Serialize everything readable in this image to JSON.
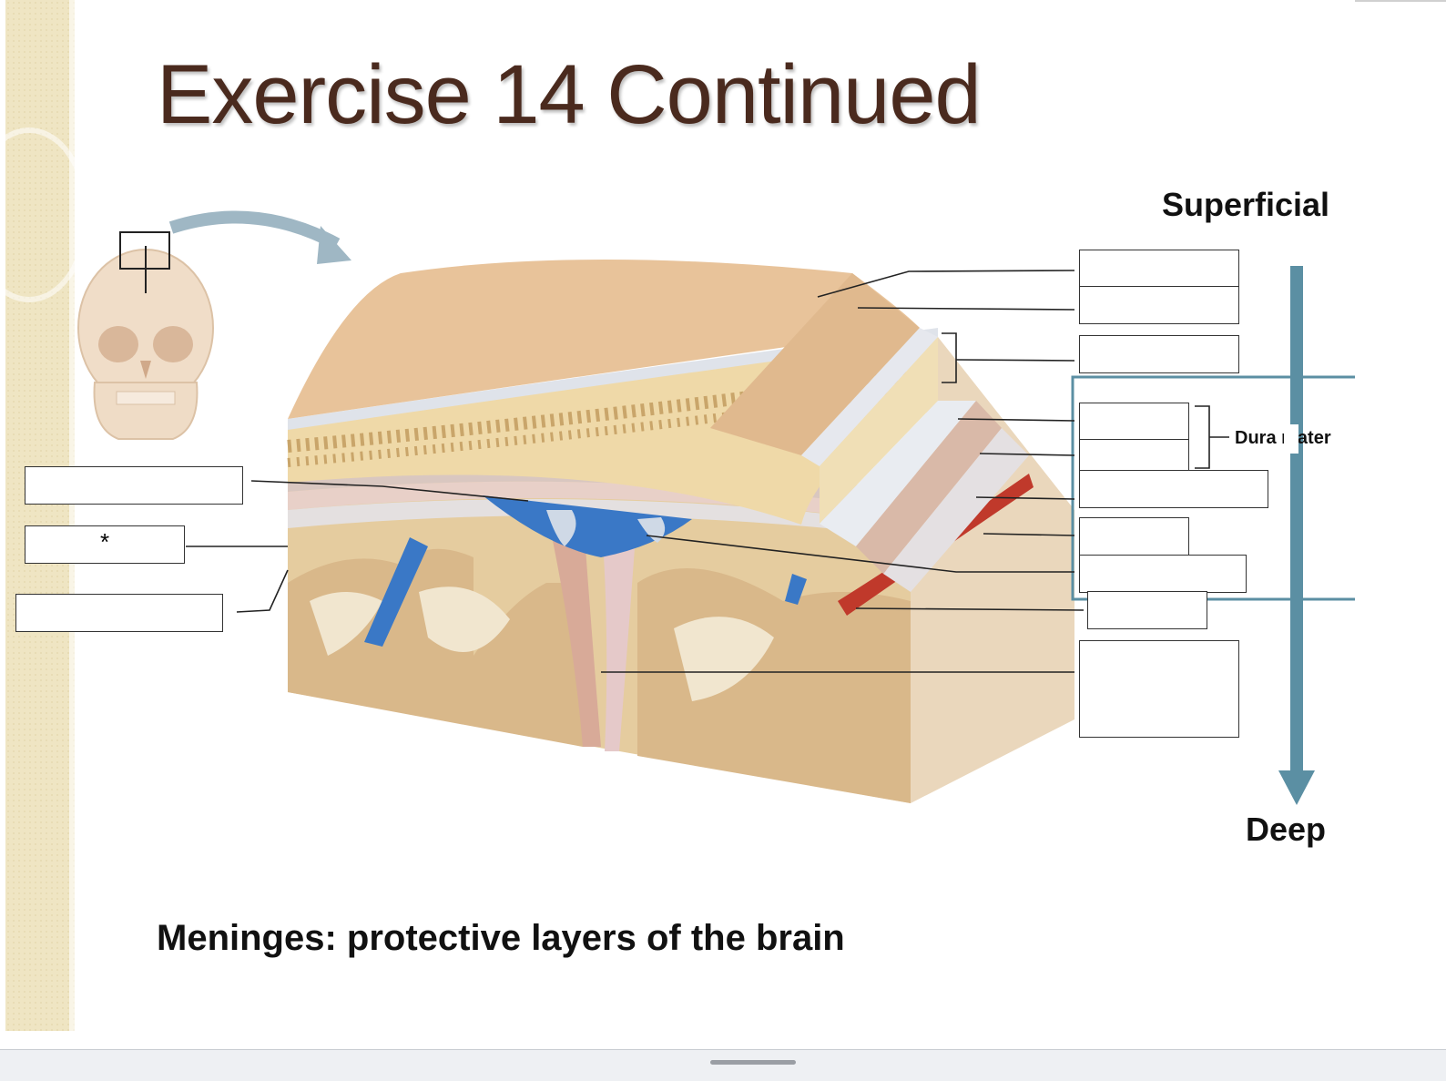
{
  "slide": {
    "title": "Exercise 14 Continued",
    "caption": "Meninges: protective layers of the brain"
  },
  "diagram": {
    "superficial_label": "Superficial",
    "deep_label": "Deep",
    "dura_label": "Dura mater",
    "asterisk": "*"
  },
  "colors": {
    "title": "#4a2a1e",
    "skin": "#e8c39a",
    "bone": "#efd9a8",
    "vein": "#3a78c6",
    "artery": "#c0392b",
    "arrow": "#5b8fa3",
    "brain_gray": "#d9b88a"
  }
}
